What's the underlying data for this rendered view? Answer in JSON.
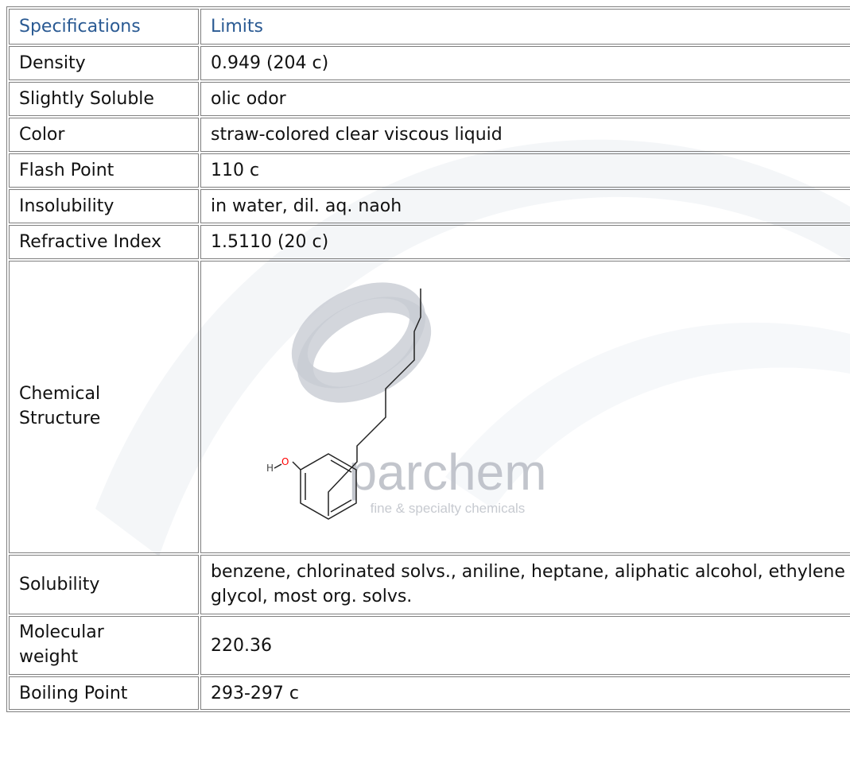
{
  "header": {
    "col1": "Specifications",
    "col2": "Limits"
  },
  "rows": [
    {
      "spec": "Density",
      "limit": "0.949 (204 c)"
    },
    {
      "spec": "Slightly Soluble",
      "limit": "olic odor"
    },
    {
      "spec": "Color",
      "limit": "straw-colored clear viscous liquid"
    },
    {
      "spec": "Flash Point",
      "limit": "110 c"
    },
    {
      "spec": "Insolubility",
      "limit": "in water, dil. aq. naoh"
    },
    {
      "spec": "Refractive Index",
      "limit": "1.5110 (20 c)"
    }
  ],
  "structure": {
    "label": "Chemical Structure",
    "atom_h": "H",
    "atom_o": "O",
    "watermark_brand": "parchem",
    "watermark_tagline": "fine & specialty chemicals"
  },
  "rows_after": [
    {
      "spec": "Solubility",
      "limit": "benzene, chlorinated solvs., aniline, heptane, aliphatic alcohol, ethylene glycol, most org. solvs."
    },
    {
      "spec": "Molecular weight",
      "limit": "220.36"
    },
    {
      "spec": "Boiling Point",
      "limit": "293-297 c"
    }
  ],
  "colors": {
    "header_text": "#2a5a93",
    "oxygen": "#ff0000",
    "watermark": "#b8bcc4"
  }
}
